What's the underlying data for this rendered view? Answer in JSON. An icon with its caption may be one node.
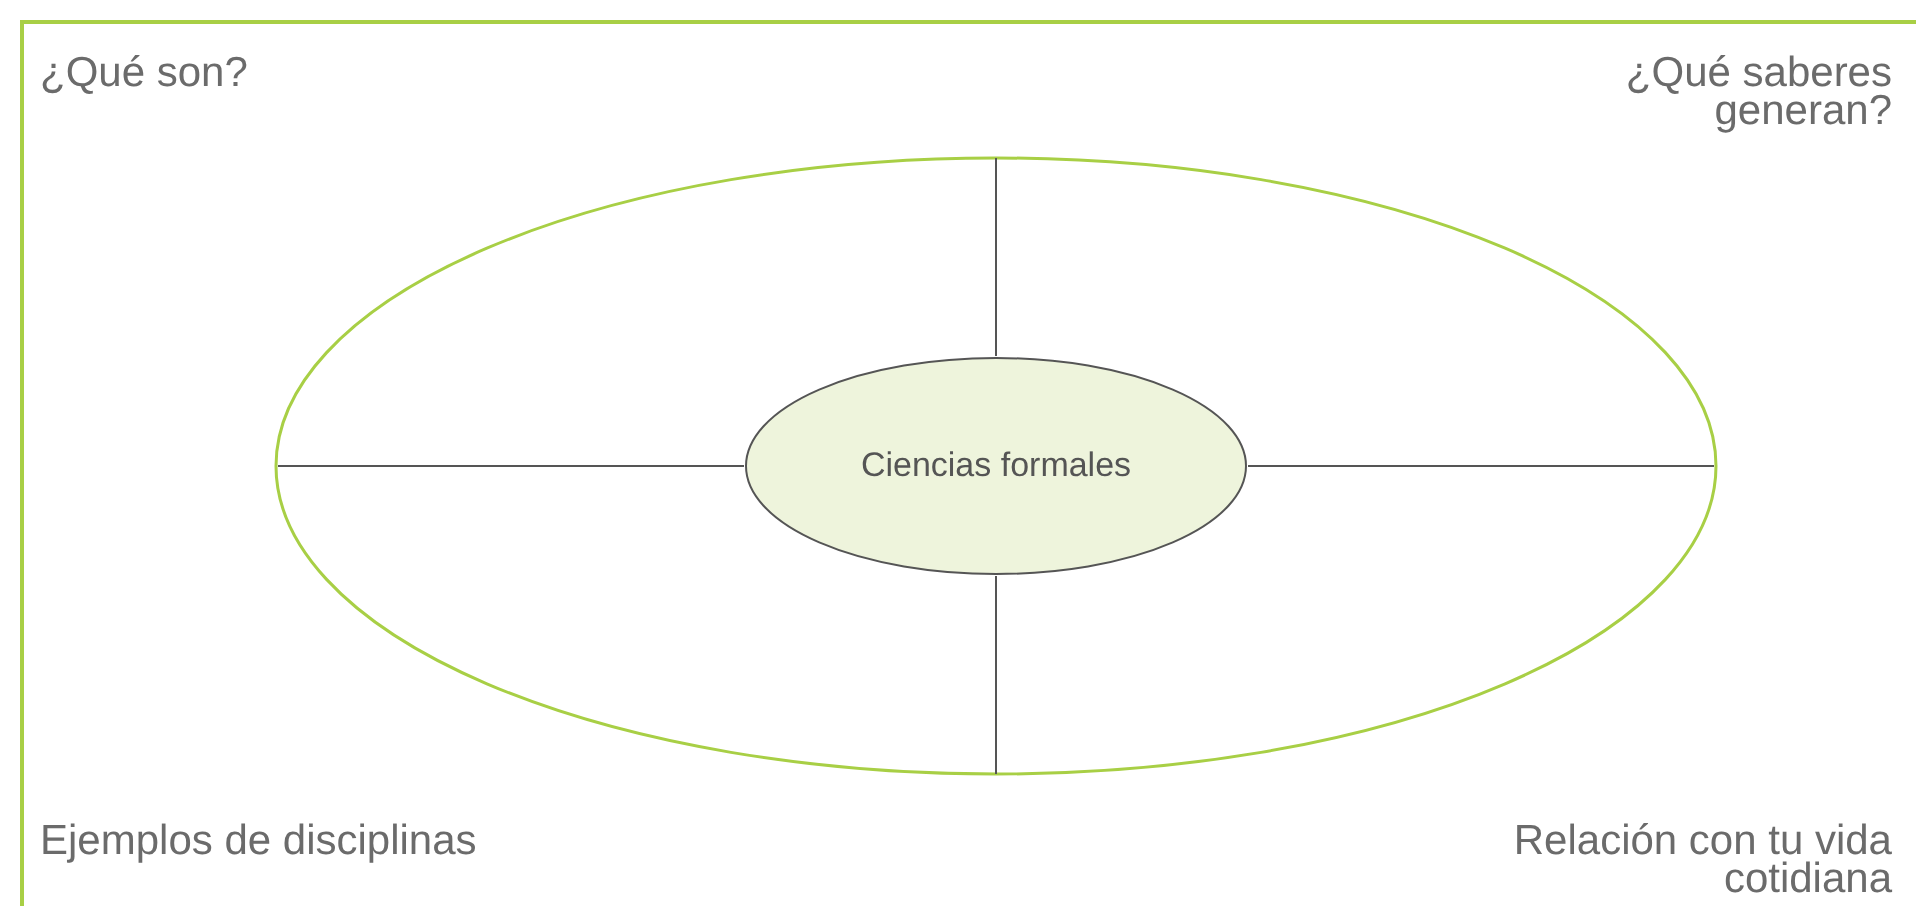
{
  "diagram": {
    "nodes": [
      {
        "text": [],
        "shape": "circle"
      },
      {
        "text": [
          "Ciencias formales"
        ],
        "in": 0
      }
    ],
    "labels": [
      "¿Qué son?",
      "¿Qué saberes generan?",
      "Ejemplos de disciplinas",
      "Relación con tu vida cotidiana"
    ]
  }
}
